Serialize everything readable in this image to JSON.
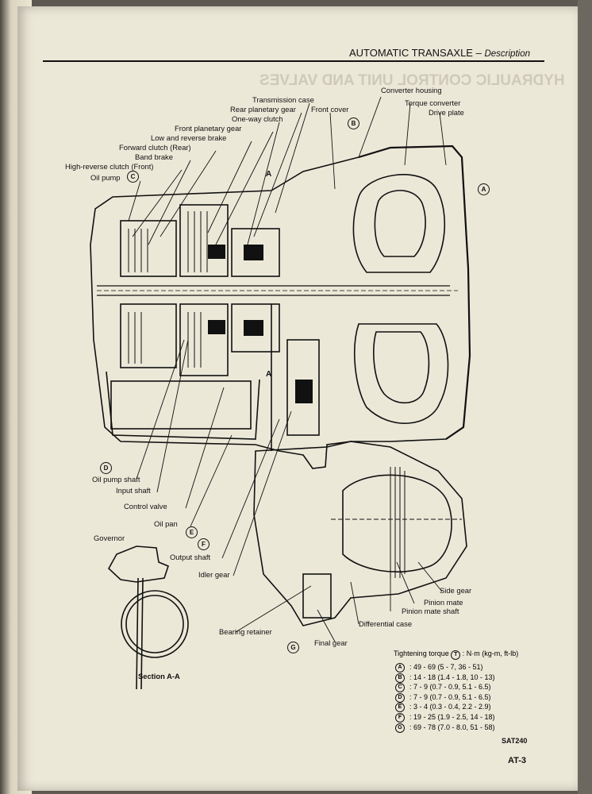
{
  "header": {
    "title": "AUTOMATIC TRANSAXLE",
    "separator": "–",
    "subtitle": "Description"
  },
  "ghost_text": "HYDRAULIC CONTROL UNIT AND VALVES",
  "labels": {
    "transmission_case": "Transmission case",
    "rear_planetary_gear": "Rear planetary gear",
    "one_way_clutch": "One-way clutch",
    "front_planetary_gear": "Front planetary gear",
    "low_and_reverse_brake": "Low and reverse brake",
    "forward_clutch": "Forward clutch (Rear)",
    "band_brake": "Band brake",
    "high_reverse_clutch": "High-reverse clutch (Front)",
    "oil_pump": "Oil pump",
    "front_cover": "Front cover",
    "converter_housing": "Converter housing",
    "torque_converter": "Torque converter",
    "drive_plate": "Drive plate",
    "oil_pump_shaft": "Oil pump shaft",
    "input_shaft": "Input shaft",
    "control_valve": "Control valve",
    "oil_pan": "Oil pan",
    "output_shaft": "Output shaft",
    "idler_gear": "Idler gear",
    "governor": "Governor",
    "bearing_retainer": "Bearing retainer",
    "final_gear": "Final gear",
    "differential_case": "Differential case",
    "pinion_mate_shaft": "Pinion mate shaft",
    "pinion_mate": "Pinion mate",
    "side_gear": "Side gear",
    "section_aa": "Section A-A",
    "section_mark": "A"
  },
  "callouts": {
    "a": "A",
    "b": "B",
    "c": "C",
    "d": "D",
    "e": "E",
    "f": "F",
    "g": "G"
  },
  "torque": {
    "heading": "Tightening torque",
    "heading_symbol": "T",
    "heading_units": ": N·m (kg-m, ft-lb)",
    "rows": [
      {
        "key": "A",
        "value": ": 49 - 69 (5 - 7, 36 - 51)"
      },
      {
        "key": "B",
        "value": ": 14 - 18 (1.4 - 1.8, 10 - 13)"
      },
      {
        "key": "C",
        "value": ": 7 - 9 (0.7 - 0.9, 5.1 - 6.5)"
      },
      {
        "key": "D",
        "value": ": 7 - 9 (0.7 - 0.9, 5.1 - 6.5)"
      },
      {
        "key": "E",
        "value": ": 3 - 4 (0.3 - 0.4, 2.2 - 2.9)"
      },
      {
        "key": "F",
        "value": ": 19 - 25 (1.9 - 2.5, 14 - 18)"
      },
      {
        "key": "G",
        "value": ": 69 - 78 (7.0 - 8.0, 51 - 58)"
      }
    ]
  },
  "figure_code": "SAT240",
  "page_number": "AT-3",
  "colors": {
    "paper": "#ece8d8",
    "ink": "#111111",
    "background": "#5d5950"
  }
}
